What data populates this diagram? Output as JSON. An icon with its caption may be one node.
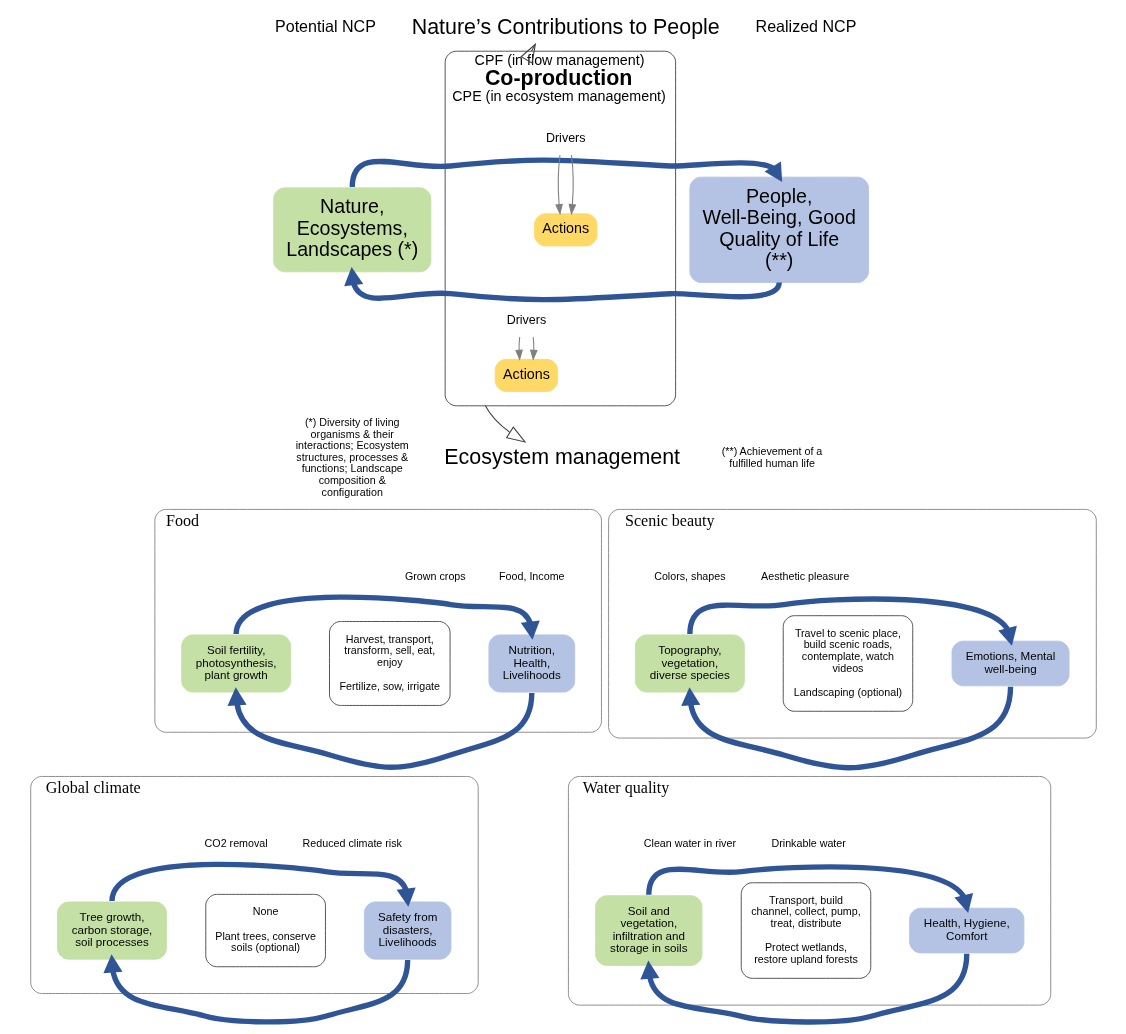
{
  "diagram": {
    "nodes": [
      {
        "text": [
          "Nature, Ecosystems, Landscapes (*)"
        ]
      },
      {
        "text": [
          "People, Well-Being, Good Quality of Life (**)"
        ]
      },
      {
        "text": [
          "CPF (in flow management)",
          "Co-production",
          "CPE (in ecosystem management)"
        ]
      },
      {
        "text": [
          "Actions"
        ],
        "in": 2
      },
      {
        "text": [
          "Drivers"
        ],
        "in": 2
      },
      {
        "text": [
          "Drivers"
        ],
        "in": 2
      },
      {
        "text": [
          "Actions"
        ],
        "in": 2
      },
      {
        "text": [
          "Nature’s Contributions to People"
        ]
      },
      {
        "text": [
          "Ecosystem management"
        ]
      },
      {
        "text": [
          "Food"
        ]
      },
      {
        "text": [
          "Soil fertility, photosynthesis, plant growth"
        ],
        "in": 9
      },
      {
        "text": [
          "Harvest, transport, transform, sell, eat, enjoy",
          "Fertilize, sow, irrigate"
        ],
        "in": 9
      },
      {
        "text": [
          "Nutrition, Health, Livelihoods"
        ],
        "in": 9
      },
      {
        "text": [
          "Scenic beauty"
        ]
      },
      {
        "text": [
          "Topography, vegetation, diverse species"
        ],
        "in": 13
      },
      {
        "text": [
          "Travel to scenic place, build scenic roads, contemplate, watch videos",
          "Landscaping (optional)"
        ],
        "in": 13
      },
      {
        "text": [
          "Emotions, Mental well-being"
        ],
        "in": 13
      },
      {
        "text": [
          "Global climate"
        ]
      },
      {
        "text": [
          "Tree growth, carbon storage, soil processes"
        ],
        "in": 17
      },
      {
        "text": [
          "None",
          "Plant trees, conserve soils (optional)"
        ],
        "in": 17
      },
      {
        "text": [
          "Safety from disasters, Livelihoods"
        ],
        "in": 17
      },
      {
        "text": [
          "Water quality"
        ]
      },
      {
        "text": [
          "Soil and vegetation, infiltration and storage in soils"
        ],
        "in": 21
      },
      {
        "text": [
          "Transport, build channel, collect, pump, treat, distribute",
          "Protect wetlands, restore upland forests"
        ],
        "in": 21
      },
      {
        "text": [
          "Health, Hygiene, Comfort"
        ],
        "in": 21
      }
    ],
    "edges": [
      {
        "from": 0,
        "to": 1,
        "arrow": "to"
      },
      {
        "from": 1,
        "to": 0,
        "arrow": "to"
      },
      {
        "from": 4,
        "to": 3,
        "arrow": "to",
        "color": "#7f7f7f"
      },
      {
        "from": 4,
        "to": 3,
        "arrow": "to",
        "color": "#7f7f7f"
      },
      {
        "from": 5,
        "to": 6,
        "arrow": "to",
        "color": "#7f7f7f"
      },
      {
        "from": 5,
        "to": 6,
        "arrow": "to",
        "color": "#7f7f7f"
      },
      {
        "from": 2,
        "to": 7,
        "arrow": "to",
        "color": "#404040"
      },
      {
        "from": 2,
        "to": 8,
        "arrow": "to",
        "color": "#404040"
      },
      {
        "from": 10,
        "to": 12,
        "arrow": "to"
      },
      {
        "from": 12,
        "to": 10,
        "arrow": "to"
      },
      {
        "from": 14,
        "to": 16,
        "arrow": "to"
      },
      {
        "from": 16,
        "to": 14,
        "arrow": "to"
      },
      {
        "from": 18,
        "to": 20,
        "arrow": "to"
      },
      {
        "from": 20,
        "to": 18,
        "arrow": "to"
      },
      {
        "from": 22,
        "to": 24,
        "arrow": "to"
      },
      {
        "from": 24,
        "to": 22,
        "arrow": "to"
      }
    ],
    "labels": [
      "Potential NCP",
      "Realized NCP",
      "(*) Diversity of living organisms & their interactions; Ecosystem structures, processes & functions; Landscape composition & configuration",
      "(**) Achievement of a fulfilled human life",
      "Grown crops",
      "Food, Income",
      "Colors, shapes",
      "Aesthetic pleasure",
      "CO2 removal",
      "Reduced climate risk",
      "Clean water in river",
      "Drinkable water"
    ]
  }
}
